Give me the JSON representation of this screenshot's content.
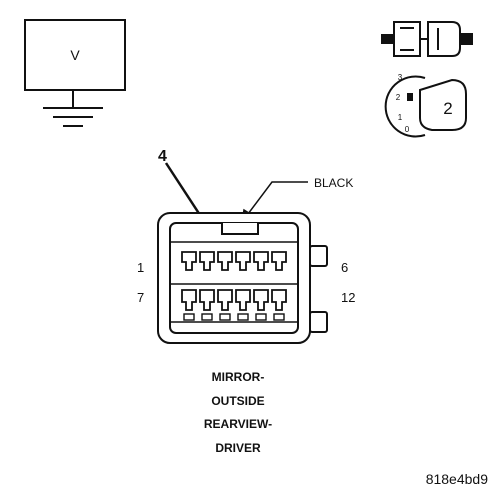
{
  "meter": {
    "symbol": "V"
  },
  "view_key": {
    "position_labels": [
      "3",
      "2",
      "1",
      "0"
    ],
    "view_number": "2"
  },
  "callout": {
    "number": "4"
  },
  "color_label": "BLACK",
  "pins": {
    "top_left": "1",
    "top_right": "6",
    "bottom_left": "7",
    "bottom_right": "12"
  },
  "connector_name": [
    "MIRROR-",
    "OUTSIDE",
    "REARVIEW-",
    "DRIVER"
  ],
  "figure_id": "818e4bd9"
}
